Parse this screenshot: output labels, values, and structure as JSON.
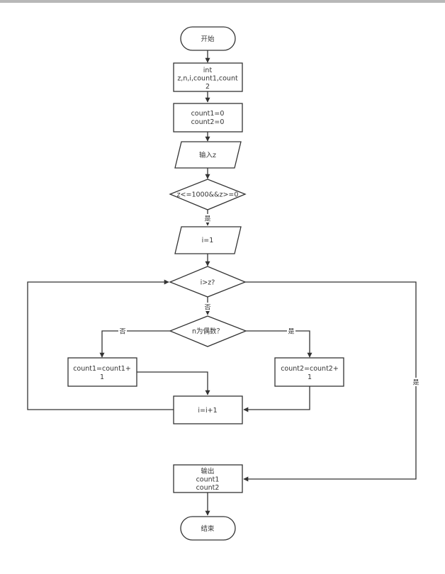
{
  "nodes": {
    "start": "开始",
    "declare": [
      "int",
      "z,n,i,count1,count",
      "2"
    ],
    "init_counts": [
      "count1=0",
      "count2=0"
    ],
    "input_z": "输入z",
    "check_range": "z<=1000&&z>=0",
    "set_i": "i=1",
    "loop_cond": "i>z?",
    "is_even": "n为偶数？",
    "inc_count1": [
      "count1=count1+",
      "1"
    ],
    "inc_count2": [
      "count2=count2+",
      "1"
    ],
    "inc_i": "i=i+1",
    "output": [
      "输出",
      "count1",
      "count2"
    ],
    "end": "结束"
  },
  "edge_labels": {
    "range_yes": "是",
    "loop_no": "否",
    "even_no": "否",
    "even_yes": "是",
    "loop_yes": "是"
  }
}
